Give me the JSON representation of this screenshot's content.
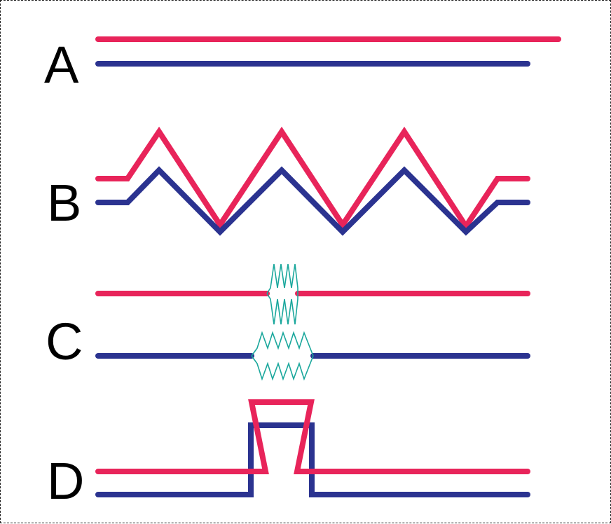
{
  "diagram": {
    "colors": {
      "red": "#e8245a",
      "blue": "#2b3390",
      "spring": "#1aa79c",
      "label": "#000000"
    },
    "panels": [
      {
        "label": "A"
      },
      {
        "label": "B"
      },
      {
        "label": "C"
      },
      {
        "label": "D"
      }
    ]
  }
}
